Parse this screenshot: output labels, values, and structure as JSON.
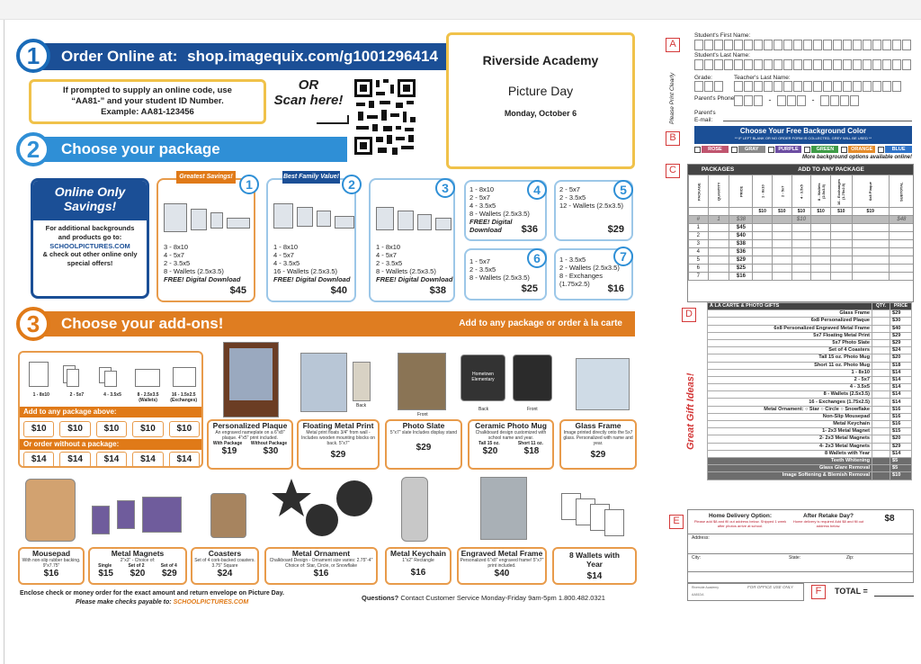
{
  "section1": {
    "number": "1",
    "title": "Order Online at:",
    "url": "shop.imagequix.com/g1001296414",
    "code_note": [
      "If prompted to supply an online code, use",
      "“AA81-” and your student ID Number.",
      "Example: AA81-123456"
    ],
    "or_text": "OR",
    "scan_text": "Scan here!"
  },
  "event": {
    "school": "Riverside Academy",
    "title": "Picture Day",
    "date": "Monday, October 6"
  },
  "section2": {
    "number": "2",
    "title": "Choose your package",
    "savings": {
      "title": "Online Only Savings!",
      "text1": "For additional backgrounds and products go to:",
      "site": "SCHOOLPICTURES.COM",
      "text2": "& check out other online only special offers!"
    },
    "packages": [
      {
        "num": "1",
        "ribbon": "Greatest Savings!",
        "lines": [
          "3 - 8x10",
          "4 - 5x7",
          "2 - 3.5x5",
          "8 - Wallets (2.5x3.5)",
          "FREE! Digital Download"
        ],
        "price": "$45"
      },
      {
        "num": "2",
        "ribbon": "Best Family Value!",
        "lines": [
          "1 - 8x10",
          "4 - 5x7",
          "4 - 3.5x5",
          "16 - Wallets (2.5x3.5)",
          "FREE! Digital Download"
        ],
        "price": "$40"
      },
      {
        "num": "3",
        "ribbon": "",
        "lines": [
          "1 - 8x10",
          "4 - 5x7",
          "2 - 3.5x5",
          "8 - Wallets (2.5x3.5)",
          "FREE! Digital Download"
        ],
        "price": "$38"
      },
      {
        "num": "4",
        "lines": [
          "1 - 8x10",
          "2 - 5x7",
          "4 - 3.5x5",
          "8 - Wallets (2.5x3.5)",
          "FREE! Digital Download"
        ],
        "price": "$36"
      },
      {
        "num": "5",
        "lines": [
          "2 - 5x7",
          "2 - 3.5x5",
          "12 - Wallets (2.5x3.5)"
        ],
        "price": "$29"
      },
      {
        "num": "6",
        "lines": [
          "1 - 5x7",
          "2 - 3.5x5",
          "8 - Wallets (2.5x3.5)"
        ],
        "price": "$25"
      },
      {
        "num": "7",
        "lines": [
          "1 - 3.5x5",
          "2 - Wallets (2.5x3.5)",
          "8 - Exchanges (1.75x2.5)"
        ],
        "price": "$16"
      }
    ]
  },
  "section3": {
    "number": "3",
    "title": "Choose your add-ons!",
    "subtitle": "Add to any package or order à la carte",
    "sizes": [
      "1 - 8x10",
      "2 - 5x7",
      "4 - 3.5x5",
      "8 - 2.5x3.5 (Wallets)",
      "16 - 1.5x2.5 (Exchanges)"
    ],
    "row1_label": "Add to any package above:",
    "row1_prices": [
      "$10",
      "$10",
      "$10",
      "$10",
      "$10"
    ],
    "row2_label": "Or order without a package:",
    "row2_prices": [
      "$14",
      "$14",
      "$14",
      "$14",
      "$14"
    ],
    "gifts_top": [
      {
        "title": "Personalized Plaque",
        "desc": "An engraved nameplate on a 6\"x8\" plaque. 4\"x5\" print included.",
        "sub": [
          "With Package",
          "Without Package"
        ],
        "prices": [
          "$19",
          "$30"
        ]
      },
      {
        "title": "Floating Metal Print",
        "desc": "Metal print floats 3/4\" from wall - Includes wooden mounting blocks on back. 5\"x7\"",
        "price": "$29",
        "note": "Back"
      },
      {
        "title": "Photo Slate",
        "desc": "5\"x7\" slate Includes display stand",
        "price": "$29",
        "note": "Front"
      },
      {
        "title": "Ceramic Photo Mug",
        "desc": "Chalkboard design customized with school name and year.",
        "sub": [
          "Tall 15 oz.",
          "Short 11 oz."
        ],
        "prices": [
          "$20",
          "$18"
        ],
        "mug_text": "Hometown Elementary",
        "notes": [
          "Back",
          "Front"
        ]
      },
      {
        "title": "Glass Frame",
        "desc": "Image printed directly onto the 5x7 glass. Personalized with name and year.",
        "price": "$29"
      }
    ],
    "gifts_bottom": [
      {
        "title": "Mousepad",
        "desc": "With non-slip rubber backing. 9\"x7.75\"",
        "price": "$16"
      },
      {
        "title": "Metal Magnets",
        "desc": "2\"x3\" - Choice of:",
        "sub": [
          "Single",
          "Set of 2",
          "Set of 4"
        ],
        "prices": [
          "$15",
          "$20",
          "$29"
        ]
      },
      {
        "title": "Coasters",
        "desc": "Set of 4 cork-backed coasters. 3.75\" Square",
        "price": "$24"
      },
      {
        "title": "Metal Ornament",
        "desc": "Chalkboard Design - Ornament size varies: 2.75\"-4\" Choice of: Star, Circle, or Snowflake",
        "price": "$16"
      },
      {
        "title": "Metal Keychain",
        "desc": "1\"x2\" Rectangle",
        "price": "$16"
      },
      {
        "title": "Engraved Metal Frame",
        "desc": "Personalized 6\"x8\" engraved frame! 5\"x7\" print included.",
        "price": "$40"
      },
      {
        "title": "8 Wallets with Year",
        "desc": "",
        "price": "$14"
      }
    ]
  },
  "footer": {
    "enclose": "Enclose check or money order for the exact amount and return envelope on Picture Day.",
    "payable": "Please make checks payable to:",
    "payable_site": "SCHOOLPICTURES.COM",
    "questions_label": "Questions?",
    "questions_text": "Contact Customer Service Monday-Friday 9am-5pm 1.800.482.0321"
  },
  "form": {
    "print_clearly": "Please Print Clearly",
    "first_name": "Student's First Name:",
    "last_name": "Student's Last Name:",
    "grade": "Grade:",
    "teacher": "Teacher's Last Name:",
    "phone": "Parent's Phone #:",
    "email": "Parent's E-mail:",
    "letters": [
      "A",
      "B",
      "C",
      "D",
      "E",
      "F"
    ],
    "bg_title": "Choose Your Free Background Color",
    "bg_note": "** IF LEFT BLANK OR NO ORDER FORM IS COLLECTED, GREY WILL BE USED **",
    "bg_options": [
      "ROSE",
      "GRAY",
      "PURPLE",
      "GREEN",
      "ORANGE",
      "BLUE"
    ],
    "bg_colors": [
      "#c0556f",
      "#8a8a8a",
      "#6d4ea2",
      "#3f9c47",
      "#e58c2a",
      "#2f73c8"
    ],
    "bg_more": "More background options available online!",
    "pkg_header": "PACKAGES",
    "addon_header": "ADD TO ANY PACKAGE",
    "cols": [
      "PACKAGE",
      "QUANTITY",
      "PRICE",
      "1 - 8x10",
      "2 - 5x7",
      "4 - 3.5x5",
      "8 - Wallets (2.5x3.5)",
      "16 - Exchanges (1.75x2.5)",
      "6x8 Plaque",
      "SUBTOTAL"
    ],
    "col_prices": [
      "$10",
      "$10",
      "$10",
      "$10",
      "$10",
      "$19"
    ],
    "example_row": [
      "#",
      "1",
      "$38",
      "",
      "",
      "$10",
      "",
      "",
      "",
      "$48"
    ],
    "pkg_rows": [
      [
        "1",
        "$45"
      ],
      [
        "2",
        "$40"
      ],
      [
        "3",
        "$38"
      ],
      [
        "4",
        "$36"
      ],
      [
        "5",
        "$29"
      ],
      [
        "6",
        "$25"
      ],
      [
        "7",
        "$16"
      ]
    ],
    "gift_header": "À LA CARTE & PHOTO GIFTS",
    "qty_label": "QTY.",
    "price_label": "PRICE",
    "great_gift": "Great Gift Ideas!",
    "gift_rows": [
      [
        "Glass Frame",
        "$29"
      ],
      [
        "6x8 Personalized Plaque",
        "$30"
      ],
      [
        "6x8 Personalized Engraved Metal Frame",
        "$40"
      ],
      [
        "5x7 Floating Metal Print",
        "$29"
      ],
      [
        "5x7 Photo Slate",
        "$29"
      ],
      [
        "Set of 4 Coasters",
        "$24"
      ],
      [
        "Tall 15 oz. Photo Mug",
        "$20"
      ],
      [
        "Short 11 oz. Photo Mug",
        "$18"
      ],
      [
        "1 - 8x10",
        "$14"
      ],
      [
        "2 - 5x7",
        "$14"
      ],
      [
        "4 - 3.5x5",
        "$14"
      ],
      [
        "8 - Wallets (2.5x3.5)",
        "$14"
      ],
      [
        "16 - Exchanges (1.75x2.5)",
        "$14"
      ],
      [
        "Metal Ornament: ○ Star ○ Circle ○ Snowflake",
        "$16"
      ],
      [
        "Non-Slip Mousepad",
        "$16"
      ],
      [
        "Metal Keychain",
        "$16"
      ],
      [
        "1- 2x3 Metal Magnet",
        "$15"
      ],
      [
        "2- 2x3 Metal Magnets",
        "$20"
      ],
      [
        "4- 2x3 Metal Magnets",
        "$29"
      ],
      [
        "8 Wallets with Year",
        "$14"
      ]
    ],
    "retouch_rows": [
      [
        "Teeth Whitening",
        "$5"
      ],
      [
        "Glass Glare Removal",
        "$5"
      ],
      [
        "Image Softening & Blemish Removal",
        "$10"
      ]
    ],
    "delivery_title": "Home Delivery Option:",
    "delivery_note": "Please add $8 and fill out address below. Shipped 1 week after photos arrive at school.",
    "retake_title": "After Retake Day?",
    "retake_note": "Home delivery is required Add $8 and fill out address below.",
    "delivery_price": "$8",
    "address": "Address:",
    "city": "City:",
    "state": "State:",
    "zip": "Zip:",
    "office_note": "FOR OFFICE USE ONLY",
    "office_small": [
      "Riverside Academy",
      "AA81DA"
    ],
    "total_label": "TOTAL ="
  }
}
